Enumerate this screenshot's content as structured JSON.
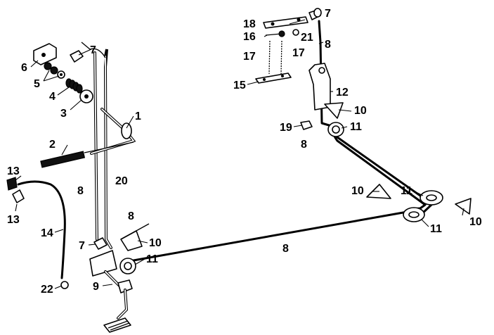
{
  "diagram": {
    "callouts": [
      {
        "id": "c1",
        "text": "1"
      },
      {
        "id": "c2",
        "text": "2"
      },
      {
        "id": "c3",
        "text": "3"
      },
      {
        "id": "c4",
        "text": "4"
      },
      {
        "id": "c5",
        "text": "5"
      },
      {
        "id": "c6",
        "text": "6"
      },
      {
        "id": "c7a",
        "text": "7"
      },
      {
        "id": "c7b",
        "text": "7"
      },
      {
        "id": "c7c",
        "text": "7"
      },
      {
        "id": "c8a",
        "text": "8"
      },
      {
        "id": "c8b",
        "text": "8"
      },
      {
        "id": "c8c",
        "text": "8"
      },
      {
        "id": "c8d",
        "text": "8"
      },
      {
        "id": "c8e",
        "text": "8"
      },
      {
        "id": "c9",
        "text": "9"
      },
      {
        "id": "c10a",
        "text": "10"
      },
      {
        "id": "c10b",
        "text": "10"
      },
      {
        "id": "c10c",
        "text": "10"
      },
      {
        "id": "c10d",
        "text": "10"
      },
      {
        "id": "c11a",
        "text": "11"
      },
      {
        "id": "c11b",
        "text": "11"
      },
      {
        "id": "c11c",
        "text": "11"
      },
      {
        "id": "c11d",
        "text": "11"
      },
      {
        "id": "c12",
        "text": "12"
      },
      {
        "id": "c13a",
        "text": "13"
      },
      {
        "id": "c13b",
        "text": "13"
      },
      {
        "id": "c14",
        "text": "14"
      },
      {
        "id": "c15",
        "text": "15"
      },
      {
        "id": "c16",
        "text": "16"
      },
      {
        "id": "c17a",
        "text": "17"
      },
      {
        "id": "c17b",
        "text": "17"
      },
      {
        "id": "c18",
        "text": "18"
      },
      {
        "id": "c19",
        "text": "19"
      },
      {
        "id": "c20",
        "text": "20"
      },
      {
        "id": "c21",
        "text": "21"
      },
      {
        "id": "c22",
        "text": "22"
      }
    ]
  }
}
